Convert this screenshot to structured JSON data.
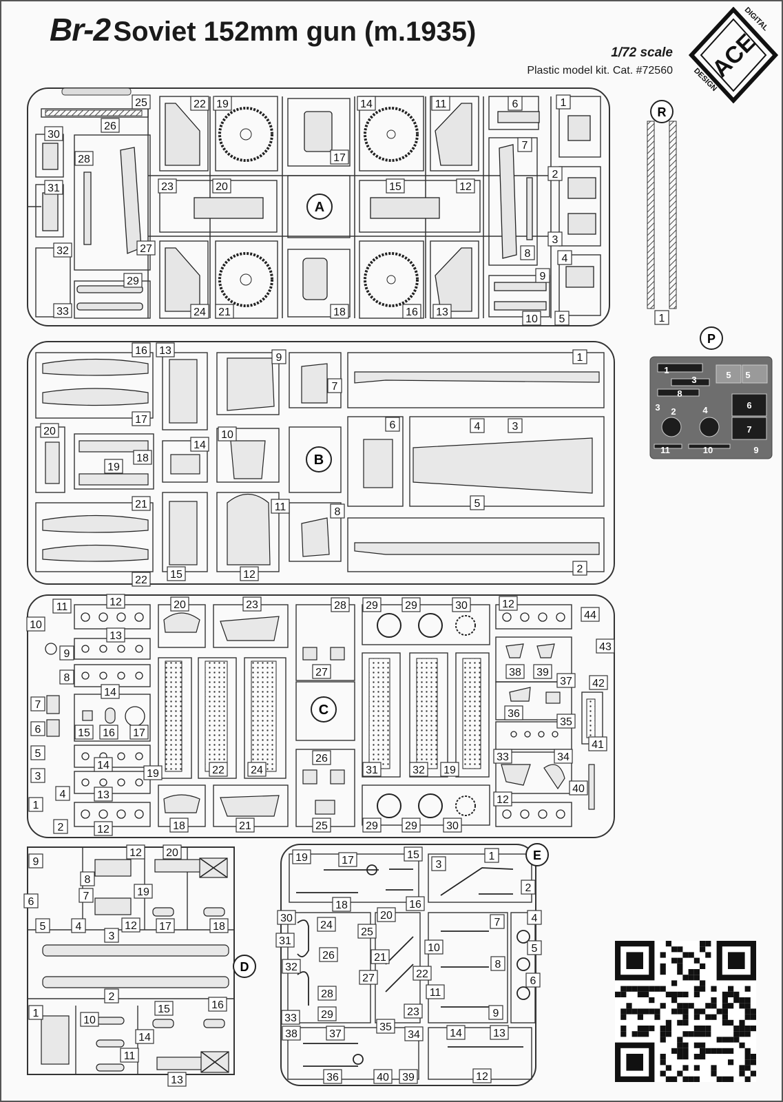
{
  "header": {
    "model": "Br-2",
    "title": "Soviet 152mm gun (m.1935)",
    "scale": "1/72 scale",
    "catalog": "Plastic model kit. Cat. #72560",
    "logo_main": "ACE",
    "logo_top": "DIGITAL",
    "logo_side": "DESIGN"
  },
  "sprues": {
    "A": {
      "letter": "A",
      "labels": [
        "25",
        "26",
        "22",
        "19",
        "17",
        "14",
        "11",
        "6",
        "1",
        "30",
        "28",
        "31",
        "23",
        "20",
        "15",
        "12",
        "2",
        "7",
        "27",
        "32",
        "3",
        "8",
        "29",
        "33",
        "24",
        "21",
        "18",
        "16",
        "13",
        "9",
        "4",
        "10",
        "5"
      ]
    },
    "R": {
      "letter": "R",
      "labels": [
        "1"
      ]
    },
    "P": {
      "letter": "P",
      "labels": [
        "1",
        "3",
        "5",
        "5",
        "8",
        "3",
        "2",
        "4",
        "6",
        "7",
        "11",
        "10",
        "9"
      ]
    },
    "B": {
      "letter": "B",
      "labels": [
        "16",
        "13",
        "9",
        "1",
        "17",
        "7",
        "6",
        "4",
        "3",
        "20",
        "14",
        "10",
        "18",
        "19",
        "21",
        "11",
        "8",
        "5",
        "15",
        "12",
        "22",
        "2"
      ]
    },
    "C": {
      "letter": "C",
      "labels": [
        "11",
        "12",
        "20",
        "23",
        "28",
        "29",
        "29",
        "30",
        "12",
        "44",
        "10",
        "13",
        "9",
        "43",
        "8",
        "27",
        "38",
        "39",
        "37",
        "42",
        "14",
        "7",
        "6",
        "15",
        "16",
        "17",
        "36",
        "35",
        "41",
        "5",
        "14",
        "3",
        "19",
        "4",
        "13",
        "1",
        "2",
        "12",
        "22",
        "24",
        "26",
        "31",
        "32",
        "19",
        "33",
        "34",
        "40",
        "12",
        "18",
        "21",
        "25",
        "29",
        "29",
        "30"
      ]
    },
    "D": {
      "letter": "D",
      "labels": [
        "9",
        "12",
        "20",
        "8",
        "7",
        "19",
        "6",
        "5",
        "4",
        "12",
        "17",
        "18",
        "3",
        "2",
        "1",
        "15",
        "16",
        "10",
        "14",
        "11",
        "13"
      ]
    },
    "E": {
      "letter": "E",
      "labels": [
        "19",
        "17",
        "15",
        "3",
        "1",
        "18",
        "16",
        "2",
        "30",
        "24",
        "20",
        "7",
        "4",
        "31",
        "25",
        "10",
        "26",
        "21",
        "8",
        "5",
        "32",
        "22",
        "27",
        "6",
        "28",
        "11",
        "33",
        "29",
        "23",
        "9",
        "35",
        "38",
        "37",
        "34",
        "14",
        "13",
        "36",
        "40",
        "39",
        "12"
      ]
    }
  },
  "qr_label": "QR code"
}
